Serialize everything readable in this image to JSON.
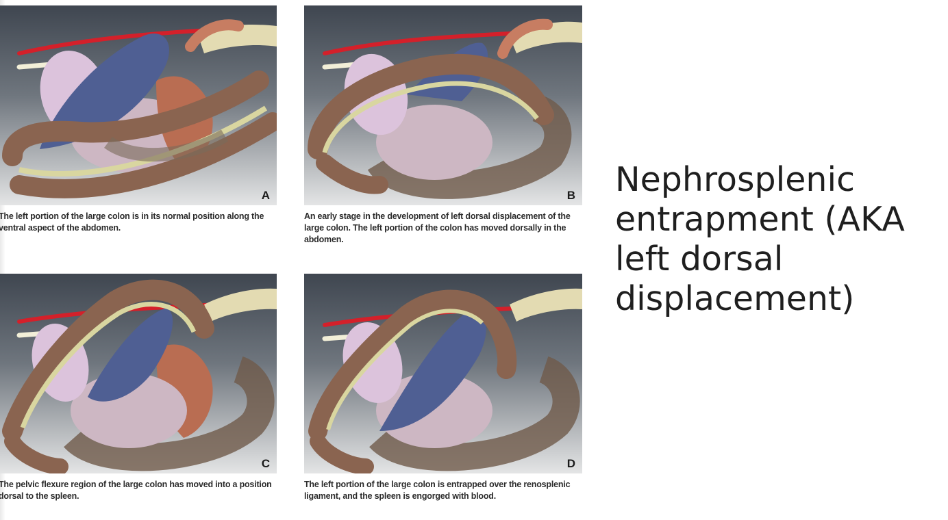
{
  "slide": {
    "title": "Nephrosplenic\nentrapment (AKA\nleft dorsal\ndisplacement)"
  },
  "panels": [
    {
      "letter": "A",
      "caption": "The left portion of the large colon is in its normal position along the ventral aspect of the abdomen."
    },
    {
      "letter": "B",
      "caption": "An early stage in the development of left dorsal displacement of the large colon. The left portion of the colon has moved dorsally in the abdomen."
    },
    {
      "letter": "C",
      "caption": "The pelvic flexure region of the large colon has moved into a position dorsal to the spleen."
    },
    {
      "letter": "D",
      "caption": "The left portion of the large colon is entrapped over the renosplenic ligament, and the spleen is engorged with blood."
    }
  ],
  "colors": {
    "colon": "#8a6450",
    "spleen": "#4f5f93",
    "kidney": "#d8c0d6",
    "aorta": "#d4202a",
    "intestine": "#b96d52",
    "ligament": "#d9d6a0"
  }
}
